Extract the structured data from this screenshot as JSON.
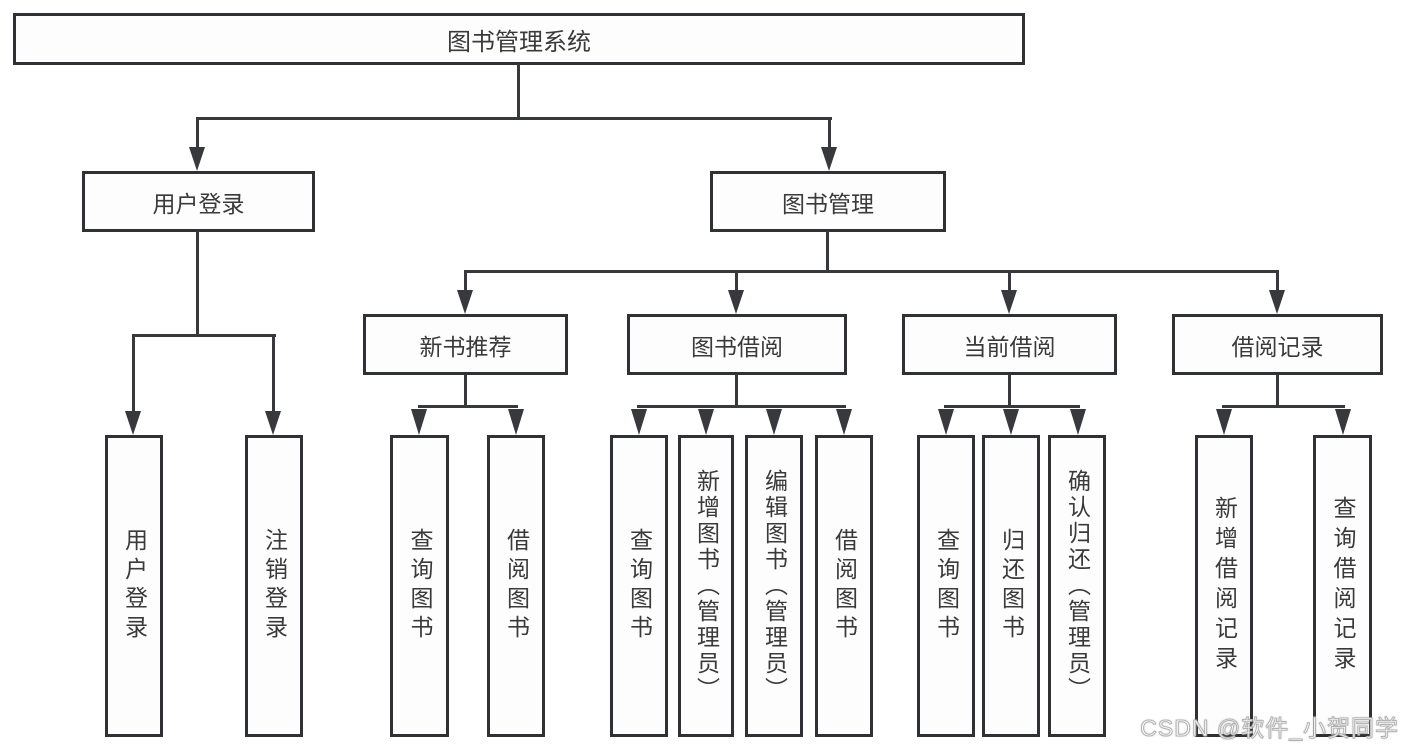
{
  "tree": {
    "label": "图书管理系统",
    "children": [
      {
        "label": "用户登录",
        "children": [
          {
            "label": "用户登录"
          },
          {
            "label": "注销登录"
          }
        ]
      },
      {
        "label": "图书管理",
        "children": [
          {
            "label": "新书推荐",
            "children": [
              {
                "label": "查询图书"
              },
              {
                "label": "借阅图书"
              }
            ]
          },
          {
            "label": "图书借阅",
            "children": [
              {
                "label": "查询图书"
              },
              {
                "label": "新增图书（管理员）"
              },
              {
                "label": "编辑图书（管理员）"
              },
              {
                "label": "借阅图书"
              }
            ]
          },
          {
            "label": "当前借阅",
            "children": [
              {
                "label": "查询图书"
              },
              {
                "label": "归还图书"
              },
              {
                "label": "确认归还（管理员）"
              }
            ]
          },
          {
            "label": "借阅记录",
            "children": [
              {
                "label": "新增借阅记录"
              },
              {
                "label": "查询借阅记录"
              }
            ]
          }
        ]
      }
    ]
  },
  "watermark": {
    "text": "CSDN @软件_小贺同学"
  },
  "colors": {
    "box_border": "#2f3134",
    "connector_line": "#37393d",
    "text": "#3a3a3a",
    "background": "#ffffff",
    "watermark_fill": "#ffffff",
    "watermark_outline": "#b3b3b3"
  }
}
